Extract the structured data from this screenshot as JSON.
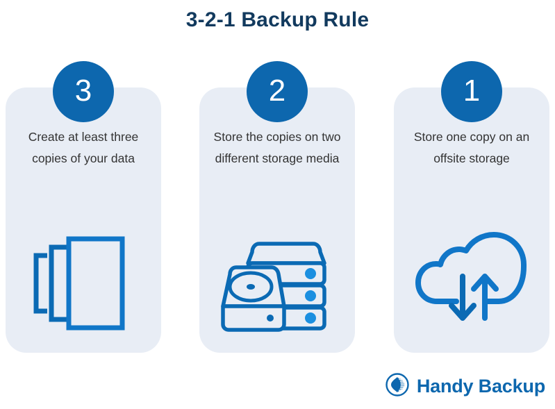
{
  "header": {
    "title": "3-2-1 Backup Rule"
  },
  "colors": {
    "title": "#123a5e",
    "badge_blue": "#0d67ae",
    "card_background": "#e8edf5",
    "icon_blue_dark": "#0b6ab4",
    "icon_blue_light": "#1b8fe0",
    "body_text": "#333333",
    "page_background": "#ffffff"
  },
  "cards": [
    {
      "number": "3",
      "text": "Create at least three copies of your data",
      "icon": "three-documents-icon"
    },
    {
      "number": "2",
      "text": "Store the copies on two different storage media",
      "icon": "server-stack-and-hard-drive-icon"
    },
    {
      "number": "1",
      "text": "Store one copy on an offsite storage",
      "icon": "cloud-upload-download-icon"
    }
  ],
  "logo": {
    "mark": "handy-backup-logo-icon",
    "text": "Handy Backup"
  }
}
